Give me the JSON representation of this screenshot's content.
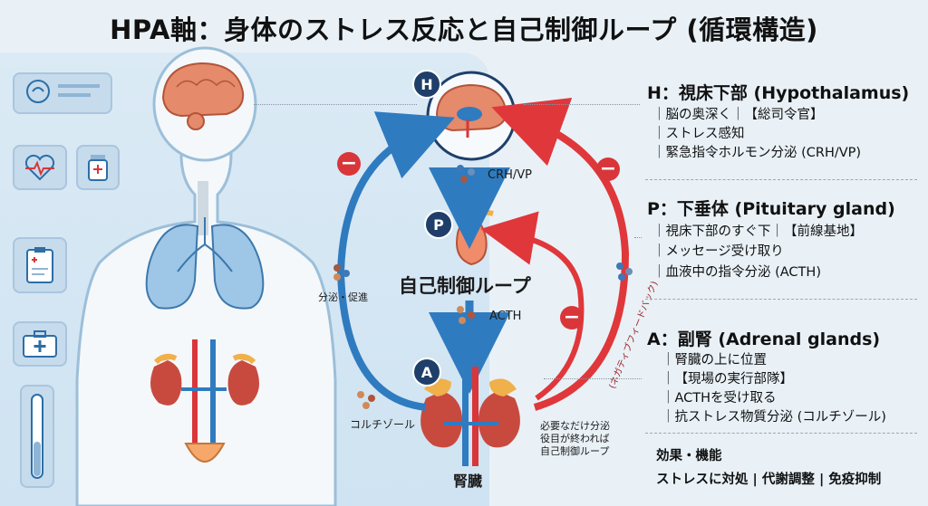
{
  "title": "HPA軸：身体のストレス反応と自己制御ループ (循環構造)",
  "diagram": {
    "center_label": "自己制御ループ",
    "badges": {
      "h": "H",
      "p": "P",
      "a": "A"
    },
    "flow": {
      "crh_vp": "CRH/VP",
      "acth": "ACTH",
      "secrete_promote": "分泌・促進",
      "cortisol": "コルチゾール",
      "kidney": "腎臓",
      "negative_feedback": "(ネガティブフィードバック)",
      "note_line1": "必要なだけ分泌",
      "note_line2": "役目が終われば",
      "note_line3": "自己制御ループ"
    },
    "minus_sign": "−"
  },
  "panel": {
    "h": {
      "heading": "H：視床下部 (Hypothalamus)",
      "lines": [
        "｜脳の奥深く｜【総司令官】",
        "｜ストレス感知",
        "｜緊急指令ホルモン分泌 (CRH/VP)"
      ]
    },
    "p": {
      "heading": "P：下垂体 (Pituitary gland)",
      "lines": [
        "｜視床下部のすぐ下｜【前線基地】",
        "｜メッセージ受け取り",
        "｜血液中の指令分泌 (ACTH)"
      ]
    },
    "a": {
      "heading": "A：副腎 (Adrenal glands)",
      "lines": [
        "｜腎臓の上に位置",
        "｜【現場の実行部隊】",
        "｜ACTHを受け取る",
        "｜抗ストレス物質分泌 (コルチゾール)"
      ]
    },
    "effects": {
      "heading": "効果・機能",
      "text": "ストレスに対処 | 代謝調整 | 免疫抑制"
    }
  },
  "colors": {
    "promote_arrow": "#2f7bc0",
    "feedback_arrow": "#e0373b",
    "badge": "#1f3f6a",
    "organ_brain": "#e58a6a",
    "organ_kidney": "#c84a3e",
    "adrenal": "#f0b04a"
  },
  "icons": [
    "brain-profile-icon",
    "heart-rate-icon",
    "medicine-bottle-icon",
    "clipboard-icon",
    "first-aid-kit-icon",
    "test-tube-icon"
  ]
}
